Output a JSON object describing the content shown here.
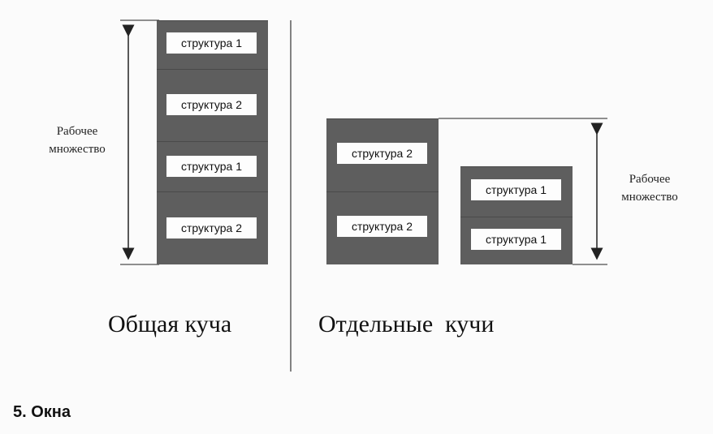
{
  "shared_heap": {
    "structures": [
      "структура 1",
      "структура 2",
      "структура 1",
      "структура 2"
    ],
    "working_set_label_line1": "Рабочее",
    "working_set_label_line2": "множество",
    "caption": "Общая куча"
  },
  "separate_heaps": {
    "heap_a": [
      "структура 2",
      "структура 2"
    ],
    "heap_b": [
      "структура 1",
      "структура 1"
    ],
    "working_set_label_line1": "Рабочее",
    "working_set_label_line2": "множество",
    "caption": "Отдельные  кучи"
  },
  "section_heading": "5. Окна",
  "colors": {
    "block_fill": "#5e5e5e",
    "label_fill": "#fdfdfd",
    "line": "#222222"
  }
}
